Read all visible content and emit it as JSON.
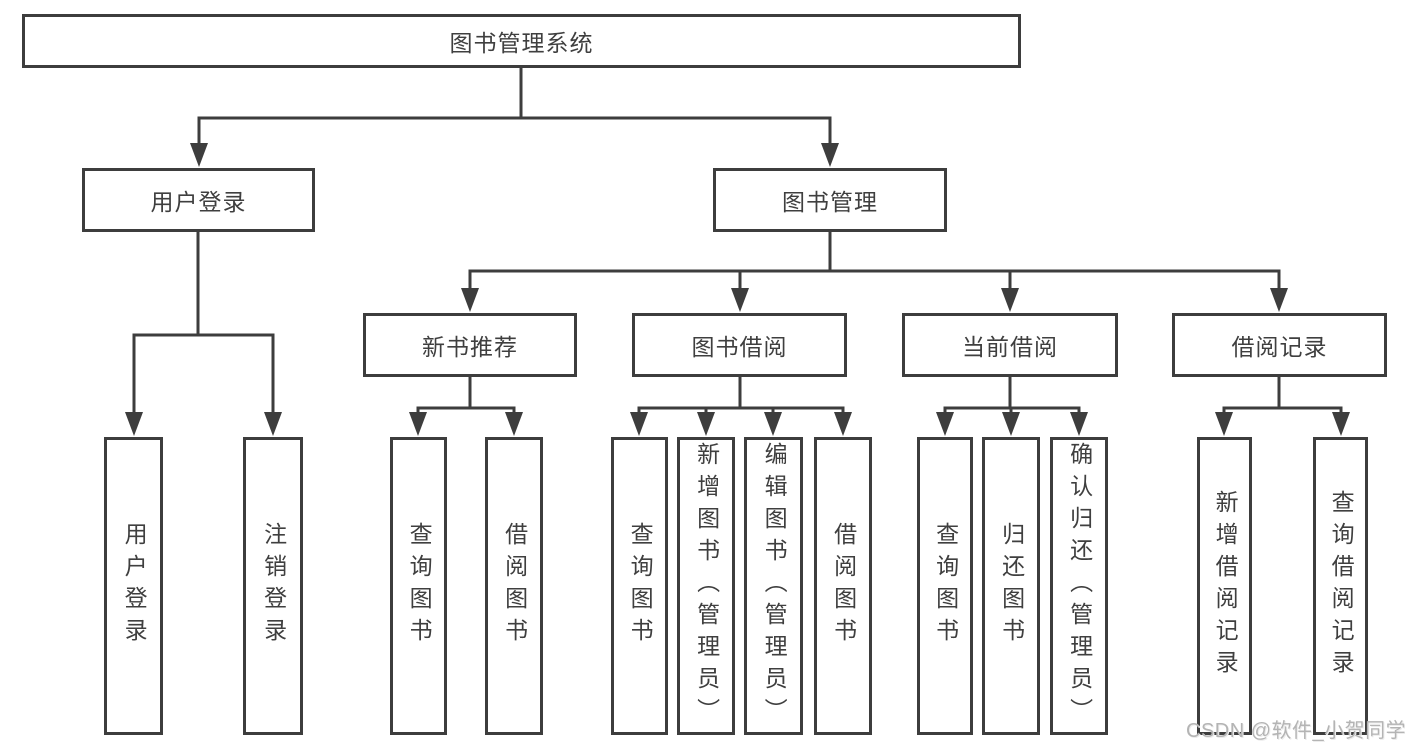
{
  "tree": {
    "label": "图书管理系统",
    "children": [
      {
        "label": "用户登录",
        "children": [
          {
            "label": "用户登录"
          },
          {
            "label": "注销登录"
          }
        ]
      },
      {
        "label": "图书管理",
        "children": [
          {
            "label": "新书推荐",
            "children": [
              {
                "label": "查询图书"
              },
              {
                "label": "借阅图书"
              }
            ]
          },
          {
            "label": "图书借阅",
            "children": [
              {
                "label": "查询图书"
              },
              {
                "label": "新增图书（管理员）"
              },
              {
                "label": "编辑图书（管理员）"
              },
              {
                "label": "借阅图书"
              }
            ]
          },
          {
            "label": "当前借阅",
            "children": [
              {
                "label": "查询图书"
              },
              {
                "label": "归还图书"
              },
              {
                "label": "确认归还（管理员）"
              }
            ]
          },
          {
            "label": "借阅记录",
            "children": [
              {
                "label": "新增借阅记录"
              },
              {
                "label": "查询借阅记录"
              }
            ]
          }
        ]
      }
    ]
  },
  "watermark": {
    "text": "CSDN @软件_小贺同学"
  },
  "colors": {
    "line": "#3d3d3d",
    "box_border": "#3d3d3d",
    "text": "#3f3f3f",
    "watermark": "#b4b4b4",
    "background": "#ffffff"
  }
}
